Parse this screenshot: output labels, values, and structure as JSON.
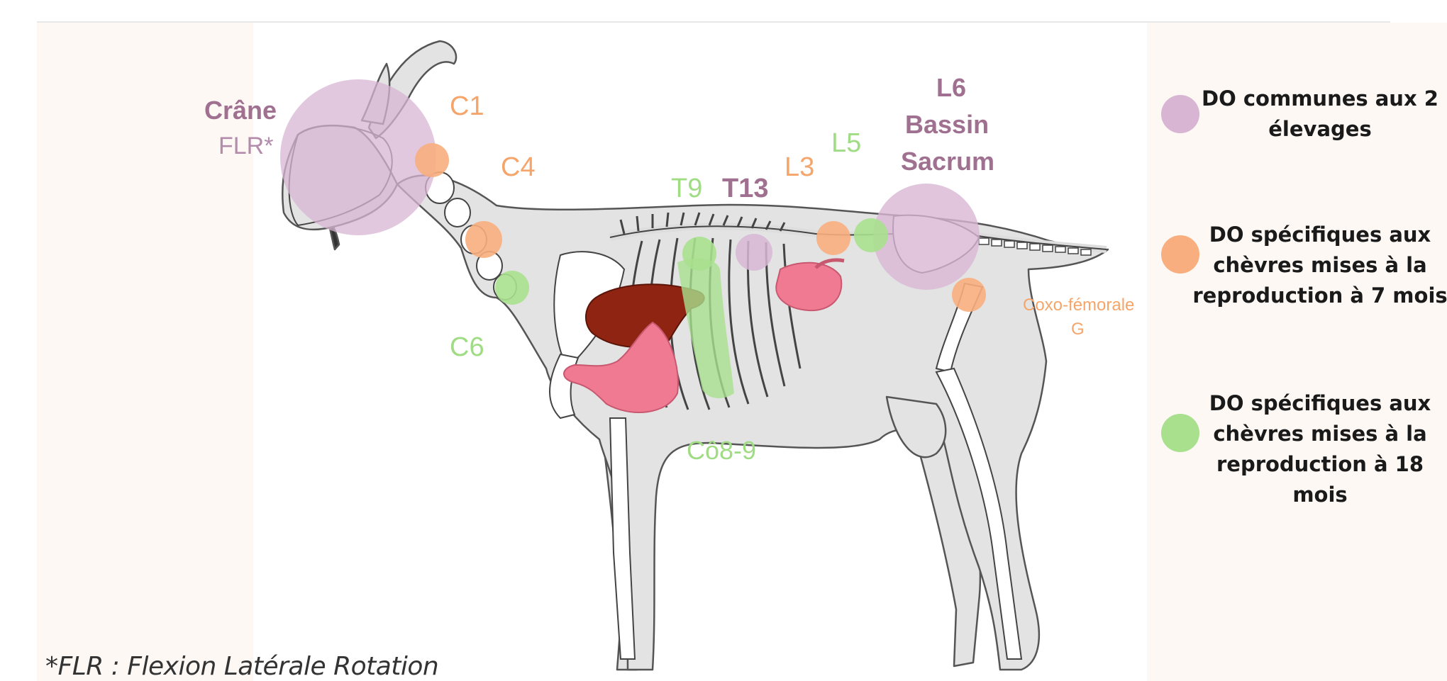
{
  "labels": {
    "crane": "Crâne",
    "flr": "FLR*",
    "c1": "C1",
    "c4": "C4",
    "c6": "C6",
    "t9": "T9",
    "t13": "T13",
    "l3": "L3",
    "l5": "L5",
    "l6": "L6",
    "bassin": "Bassin",
    "sacrum": "Sacrum",
    "co89": "Cô8-9",
    "coxo_line1": "Coxo-fémorale",
    "coxo_line2": "G"
  },
  "legend": [
    {
      "text": "DO communes aux 2 élevages",
      "color": "#d8b6d3"
    },
    {
      "text": "DO spécifiques aux chèvres mises à la reproduction à 7 mois",
      "color": "#f8ae7e"
    },
    {
      "text": "DO spécifiques aux chèvres mises à la reproduction à 18 mois",
      "color": "#a8e08e"
    }
  ],
  "footnote": "*FLR : Flexion  Latérale Rotation",
  "colors": {
    "common": "#d8b6d3",
    "seven_months": "#f8ae7e",
    "eighteen_months": "#a8e08e",
    "liver": "#8f2412",
    "stomach": "#f07a92",
    "body": "#e2e2e2"
  }
}
